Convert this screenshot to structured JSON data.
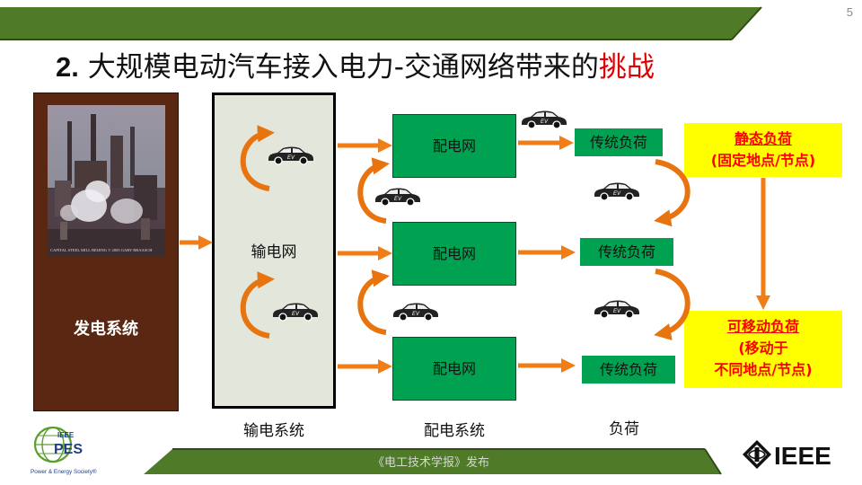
{
  "page_number": "5",
  "title": {
    "part1": "2.",
    "part2": " 大规模电动汽车接入电力-交通网络带来的",
    "part3": "挑战"
  },
  "generation": {
    "label": "发电系统",
    "photo_caption": "CAPITAL STEEL MILL BEIJING  © 2005 GARY BRAASCH"
  },
  "transmission": {
    "label": "输电网"
  },
  "distribution": [
    {
      "label": "配电网"
    },
    {
      "label": "配电网"
    },
    {
      "label": "配电网"
    }
  ],
  "loads": [
    {
      "label": "传统负荷"
    },
    {
      "label": "传统负荷"
    },
    {
      "label": "传统负荷"
    }
  ],
  "static_load": {
    "line1": "静态负荷",
    "line2": "(固定地点/节点)"
  },
  "mobile_load": {
    "line1": "可移动负荷",
    "line2": "(移动于",
    "line3": "不同地点/节点)"
  },
  "bottom_labels": {
    "transmission": "输电系统",
    "distribution": "配电系统",
    "load": "负荷"
  },
  "ev_label": "EV",
  "watermark": "《电工技术学报》发布",
  "logos": {
    "pes_top": "IEEE",
    "pes_main": "PES",
    "pes_sub": "Power & Energy Society®",
    "ieee": "IEEE"
  },
  "colors": {
    "bar_green": "#4f7a28",
    "arrow_orange": "#f07d16",
    "box_green": "#00a150",
    "gen_brown": "#5a2812",
    "highlight_yellow": "#ffff00",
    "highlight_red": "#ff0000"
  }
}
